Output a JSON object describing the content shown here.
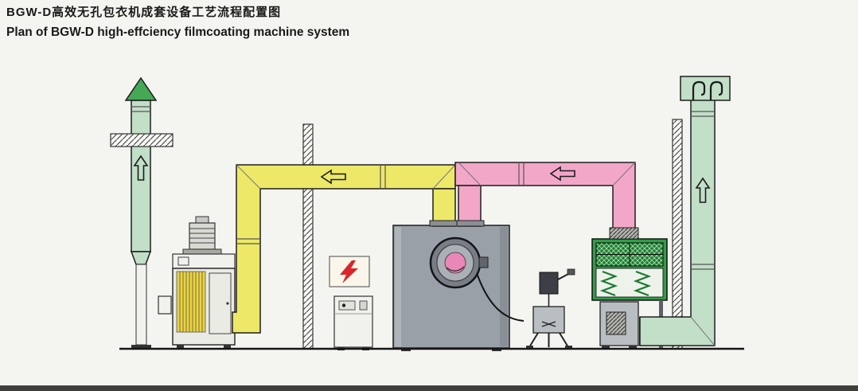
{
  "page": {
    "title_cn": "BGW-D高效无孔包衣机成套设备工艺流程配置图",
    "title_en": "Plan of BGW-D high-effciency filmcoating machine system"
  },
  "colors": {
    "background": "#f4f4f0",
    "ink": "#1a1a1a",
    "duct_yellow": "#ede868",
    "duct_pink": "#f2a7c8",
    "duct_green_light": "#c2dfc8",
    "arrow_green": "#44a855",
    "machine_gray": "#9aa0a7",
    "machine_gray_light": "#b6bcc2",
    "exchanger_green": "#2f9e47",
    "exchanger_green_dark": "#1b7a30",
    "filter_yellow": "#e6d44e",
    "warning_red": "#d8262c",
    "panel_light": "#f1f1ed",
    "steel_gray": "#b9bec2",
    "dark_gray": "#3c4046",
    "page_edge": "#3e3e3b"
  },
  "diagram": {
    "flow_arrows": {
      "exhaust_stack": "up",
      "yellow_exhaust_duct": "left",
      "pink_supply_duct": "left",
      "intake_duct": "up"
    }
  }
}
